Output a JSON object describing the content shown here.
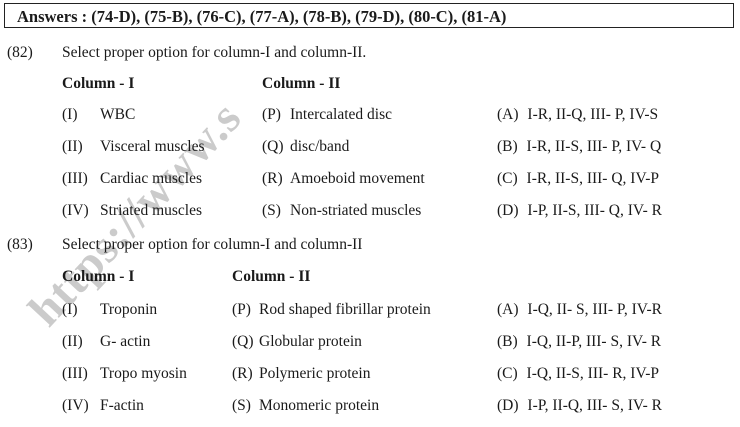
{
  "page": {
    "background_color": "#ffffff",
    "text_color": "#1a1a1a",
    "watermark": {
      "text": "https://www.s",
      "color": "#c9c9c9"
    }
  },
  "answers_banner": {
    "label": "Answers :",
    "text": "Answers : (74-D), (75-B), (76-C), (77-A), (78-B), (79-D), (80-C), (81-A)",
    "border_color": "#222222",
    "items": [
      "(74-D)",
      "(75-B)",
      "(76-C)",
      "(77-A)",
      "(78-B)",
      "(79-D)",
      "(80-C)",
      "(81-A)"
    ]
  },
  "questions": [
    {
      "number": "(82)",
      "stem": "Select proper option for column-I and column-II.",
      "column_i_header": "Column - I",
      "column_ii_header": "Column - II",
      "rows": [
        {
          "left_tag": "(I)",
          "left_text": "WBC",
          "right_tag": "(P)",
          "right_text": "Intercalated  disc",
          "option_label": "(A)",
          "option_text": "I-R, II-Q, III- P, IV-S"
        },
        {
          "left_tag": "(II)",
          "left_text": "Visceral muscles",
          "right_tag": "(Q)",
          "right_text": "disc/band",
          "option_label": "(B)",
          "option_text": "I-R, II-S, III- P, IV- Q"
        },
        {
          "left_tag": "(III)",
          "left_text": "Cardiac muscles",
          "right_tag": "(R)",
          "right_text": "Amoeboid movement",
          "option_label": "(C)",
          "option_text": "I-R, II-S, III- Q, IV-P"
        },
        {
          "left_tag": "(IV)",
          "left_text": "Striated muscles",
          "right_tag": "(S)",
          "right_text": "Non-striated muscles",
          "option_label": "(D)",
          "option_text": "I-P, II-S, III- Q, IV- R"
        }
      ]
    },
    {
      "number": "(83)",
      "stem": "Select proper option for column-I and column-II",
      "column_i_header": "Column - I",
      "column_ii_header": "Column - II",
      "rows": [
        {
          "left_tag": "(I)",
          "left_text": "Troponin",
          "right_tag": "(P)",
          "right_text": "Rod shaped fibrillar protein",
          "option_label": "(A)",
          "option_text": "I-Q, II- S, III- P, IV-R"
        },
        {
          "left_tag": "(II)",
          "left_text": "G- actin",
          "right_tag": "(Q)",
          "right_text": "Globular protein",
          "option_label": "(B)",
          "option_text": "I-Q, II-P, III- S, IV- R"
        },
        {
          "left_tag": "(III)",
          "left_text": "Tropo myosin",
          "right_tag": "(R)",
          "right_text": "Polymeric protein",
          "option_label": "(C)",
          "option_text": "I-Q, II-S, III- R, IV-P"
        },
        {
          "left_tag": "(IV)",
          "left_text": "F-actin",
          "right_tag": "(S)",
          "right_text": "Monomeric protein",
          "option_label": "(D)",
          "option_text": "I-P, II-Q, III- S, IV- R"
        }
      ]
    }
  ]
}
